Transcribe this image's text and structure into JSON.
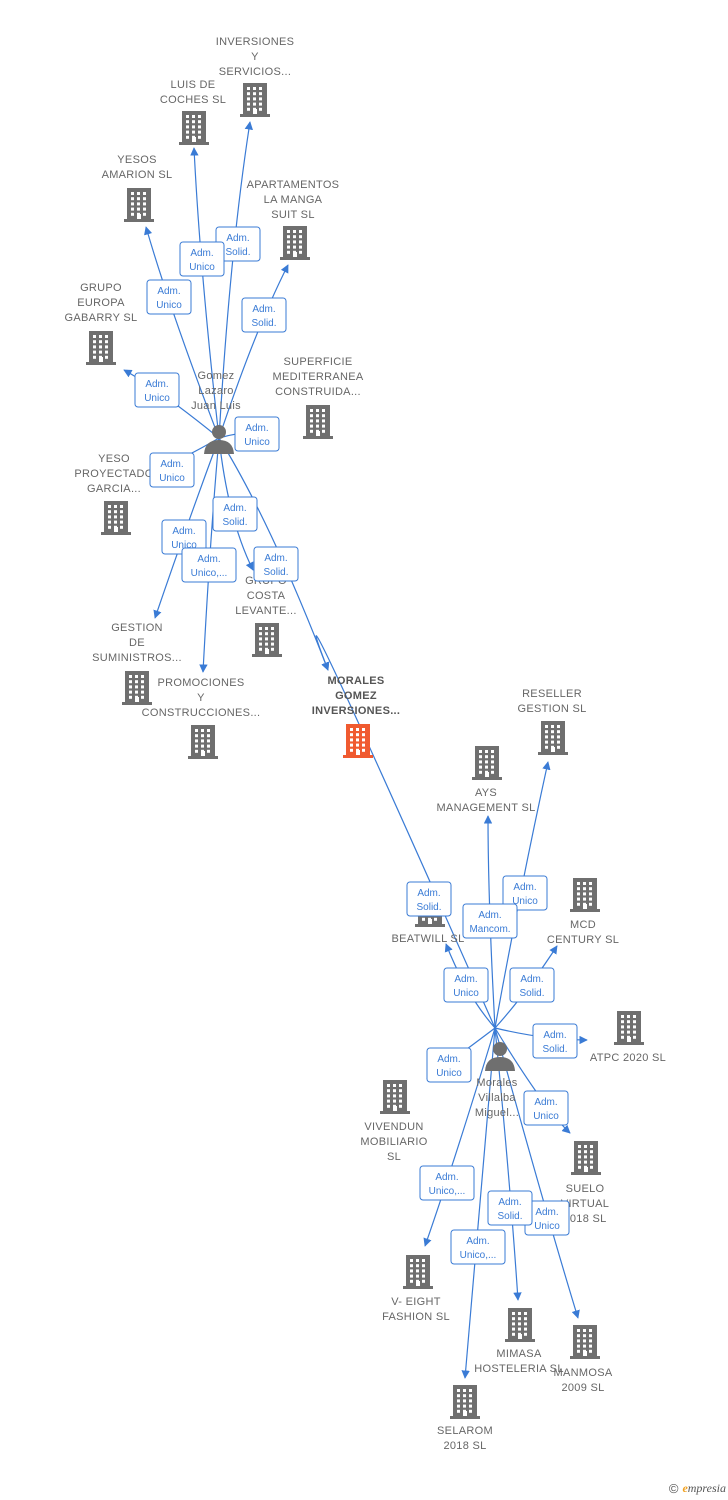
{
  "companies": [
    {
      "id": "inversiones",
      "lines": [
        "INVERSIONES",
        "Y",
        "SERVICIOS..."
      ],
      "highlight": false
    },
    {
      "id": "luis",
      "lines": [
        "LUIS DE",
        "COCHES SL"
      ],
      "highlight": false
    },
    {
      "id": "yesos",
      "lines": [
        "YESOS",
        "AMARION SL"
      ],
      "highlight": false
    },
    {
      "id": "apartamentos",
      "lines": [
        "APARTAMENTOS",
        "LA MANGA",
        "SUIT SL"
      ],
      "highlight": false
    },
    {
      "id": "grupo_europa",
      "lines": [
        "GRUPO",
        "EUROPA",
        "GABARRY SL"
      ],
      "highlight": false
    },
    {
      "id": "superficie",
      "lines": [
        "SUPERFICIE",
        "MEDITERRANEA",
        "CONSTRUIDA..."
      ],
      "highlight": false
    },
    {
      "id": "yeso_proy",
      "lines": [
        "YESO",
        "PROYECTADO",
        "GARCIA..."
      ],
      "highlight": false
    },
    {
      "id": "grupo_costa",
      "lines": [
        "GRUPO",
        "COSTA",
        "LEVANTE..."
      ],
      "highlight": false
    },
    {
      "id": "gestion",
      "lines": [
        "GESTION",
        "DE",
        "SUMINISTROS..."
      ],
      "highlight": false
    },
    {
      "id": "promociones",
      "lines": [
        "PROMOCIONES",
        "Y",
        "CONSTRUCCIONES..."
      ],
      "highlight": false
    },
    {
      "id": "morales_gomez",
      "lines": [
        "MORALES",
        "GOMEZ",
        "INVERSIONES..."
      ],
      "highlight": true
    },
    {
      "id": "reseller",
      "lines": [
        "RESELLER",
        "GESTION SL"
      ],
      "highlight": false
    },
    {
      "id": "ays",
      "lines": [
        "AYS",
        "MANAGEMENT SL"
      ],
      "highlight": false
    },
    {
      "id": "beatwill",
      "lines": [
        "BEATWILL SL"
      ],
      "highlight": false
    },
    {
      "id": "mcd",
      "lines": [
        "MCD",
        "CENTURY SL"
      ],
      "highlight": false
    },
    {
      "id": "atpc",
      "lines": [
        "ATPC 2020 SL"
      ],
      "highlight": false
    },
    {
      "id": "vivendun",
      "lines": [
        "VIVENDUN",
        "MOBILIARIO",
        "SL"
      ],
      "highlight": false
    },
    {
      "id": "suelo",
      "lines": [
        "SUELO",
        "VIRTUAL",
        "2018 SL"
      ],
      "highlight": false
    },
    {
      "id": "veight",
      "lines": [
        "V- EIGHT",
        "FASHION SL"
      ],
      "highlight": false
    },
    {
      "id": "mimasa",
      "lines": [
        "MIMASA",
        "HOSTELERIA SL"
      ],
      "highlight": false
    },
    {
      "id": "manmosa",
      "lines": [
        "MANMOSA",
        "2009 SL"
      ],
      "highlight": false
    },
    {
      "id": "selarom",
      "lines": [
        "SELAROM",
        "2018 SL"
      ],
      "highlight": false
    }
  ],
  "persons": [
    {
      "id": "gomez",
      "lines": [
        "Gomez",
        "Lazaro",
        "Juan Luis"
      ]
    },
    {
      "id": "morales",
      "lines": [
        "Morales",
        "Villalba",
        "Miguel..."
      ]
    }
  ],
  "relations": [
    {
      "from": "gomez",
      "to": "inversiones",
      "role": [
        "Adm.",
        "Solid."
      ]
    },
    {
      "from": "gomez",
      "to": "luis",
      "role": [
        "Adm.",
        "Unico"
      ]
    },
    {
      "from": "gomez",
      "to": "yesos",
      "role": [
        "Adm.",
        "Unico"
      ]
    },
    {
      "from": "gomez",
      "to": "apartamentos",
      "role": [
        "Adm.",
        "Solid."
      ]
    },
    {
      "from": "gomez",
      "to": "grupo_europa",
      "role": [
        "Adm.",
        "Unico"
      ]
    },
    {
      "from": "gomez",
      "to": "superficie",
      "role": [
        "Adm.",
        "Unico"
      ]
    },
    {
      "from": "gomez",
      "to": "yeso_proy",
      "role": [
        "Adm.",
        "Unico"
      ]
    },
    {
      "from": "gomez",
      "to": "grupo_costa",
      "role": [
        "Adm.",
        "Solid."
      ]
    },
    {
      "from": "gomez",
      "to": "gestion",
      "role": [
        "Adm.",
        "Unico"
      ]
    },
    {
      "from": "gomez",
      "to": "promociones",
      "role": [
        "Adm.",
        "Unico,..."
      ]
    },
    {
      "from": "gomez",
      "to": "morales_gomez",
      "role": [
        "Adm.",
        "Solid."
      ]
    },
    {
      "from": "morales",
      "to": "morales_gomez",
      "role": [
        "Adm.",
        "Solid."
      ]
    },
    {
      "from": "morales",
      "to": "reseller",
      "role": [
        "Adm.",
        "Unico"
      ]
    },
    {
      "from": "morales",
      "to": "ays",
      "role": [
        "Adm.",
        "Mancom."
      ]
    },
    {
      "from": "morales",
      "to": "beatwill",
      "role": [
        "Adm.",
        "Unico"
      ]
    },
    {
      "from": "morales",
      "to": "mcd",
      "role": [
        "Adm.",
        "Solid."
      ]
    },
    {
      "from": "morales",
      "to": "atpc",
      "role": [
        "Adm.",
        "Solid."
      ]
    },
    {
      "from": "morales",
      "to": "vivendun",
      "role": [
        "Adm.",
        "Unico"
      ]
    },
    {
      "from": "morales",
      "to": "suelo",
      "role": [
        "Adm.",
        "Unico"
      ]
    },
    {
      "from": "morales",
      "to": "veight",
      "role": [
        "Adm.",
        "Unico,..."
      ]
    },
    {
      "from": "morales",
      "to": "mimasa",
      "role": [
        "Adm.",
        "Solid."
      ]
    },
    {
      "from": "morales",
      "to": "manmosa",
      "role": [
        "Adm.",
        "Unico"
      ]
    },
    {
      "from": "morales",
      "to": "selarom",
      "role": [
        "Adm.",
        "Unico,..."
      ]
    }
  ],
  "colors": {
    "building": "#6f6f6f",
    "building_highlight": "#f05a30",
    "person": "#6f6f6f",
    "edge": "#3a7bd5",
    "label": "#666666"
  },
  "footer": {
    "copyright_symbol": "©",
    "brand_initial": "e",
    "brand_rest": "mpresia"
  }
}
